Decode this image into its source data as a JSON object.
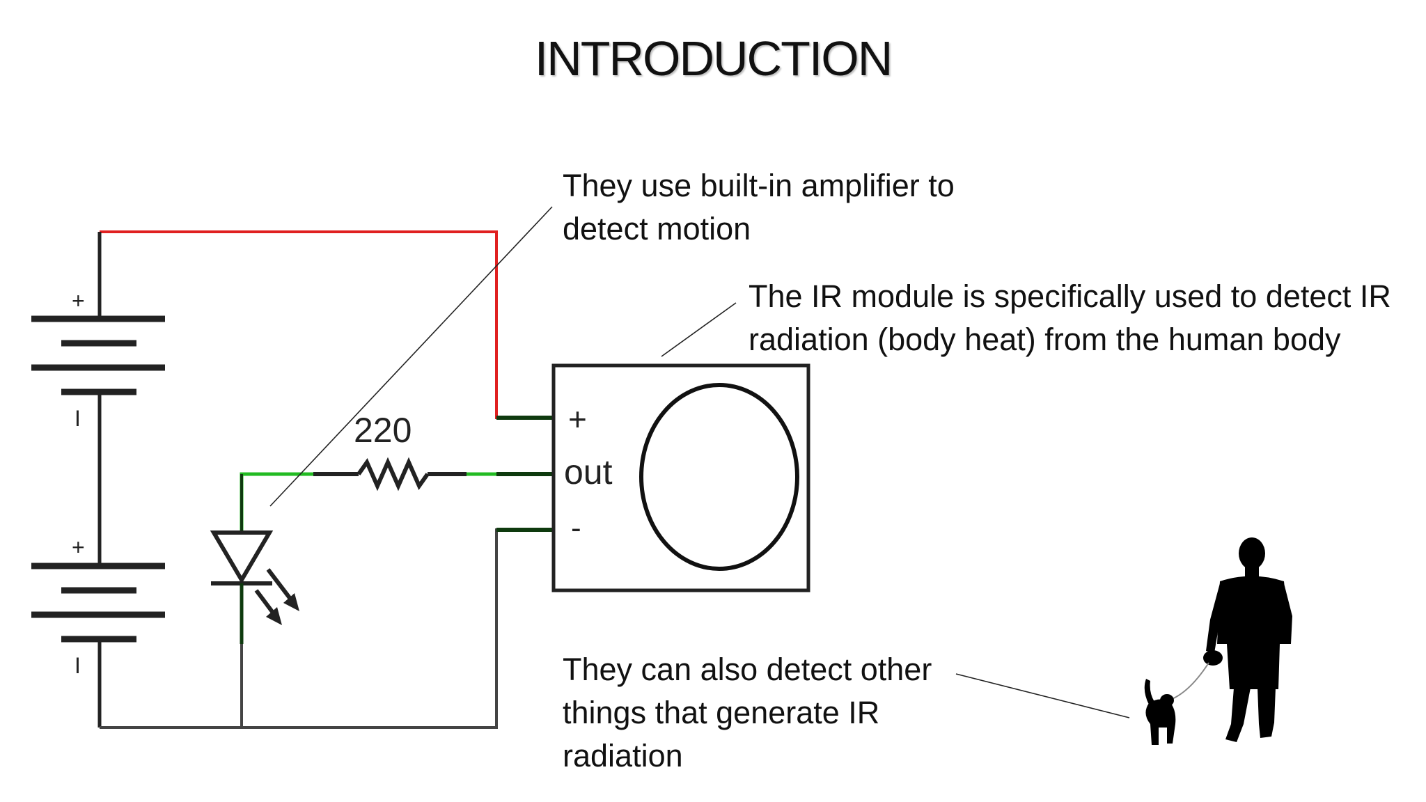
{
  "slide": {
    "title": "INTRODUCTION"
  },
  "annotations": {
    "amplifier": {
      "line1": "They use built-in amplifier to",
      "line2": "detect motion"
    },
    "ir_module": {
      "line1": "The IR module is specifically used to detect IR",
      "line2": "radiation (body heat) from the human body"
    },
    "other_sources": {
      "line1": "They can also detect other",
      "line2": "things that generate IR",
      "line3": "radiation"
    }
  },
  "circuit": {
    "battery_top": {
      "plus": "+",
      "minus": "I"
    },
    "battery_bottom": {
      "plus": "+",
      "minus": "I"
    },
    "resistor_value": "220",
    "module_pins": {
      "plus": "+",
      "out": "out",
      "minus": "-"
    }
  },
  "colors": {
    "supply_wire": "#e02020",
    "signal_wire": "#22bb22",
    "pin_wire": "#0e3a0e",
    "ground_wire": "#222222",
    "silhouette": "#000000"
  },
  "icons": {
    "person": "person-walking-silhouette",
    "dog": "dog-silhouette",
    "led": "led-diode-symbol",
    "sensor": "pir-sensor-lens"
  }
}
